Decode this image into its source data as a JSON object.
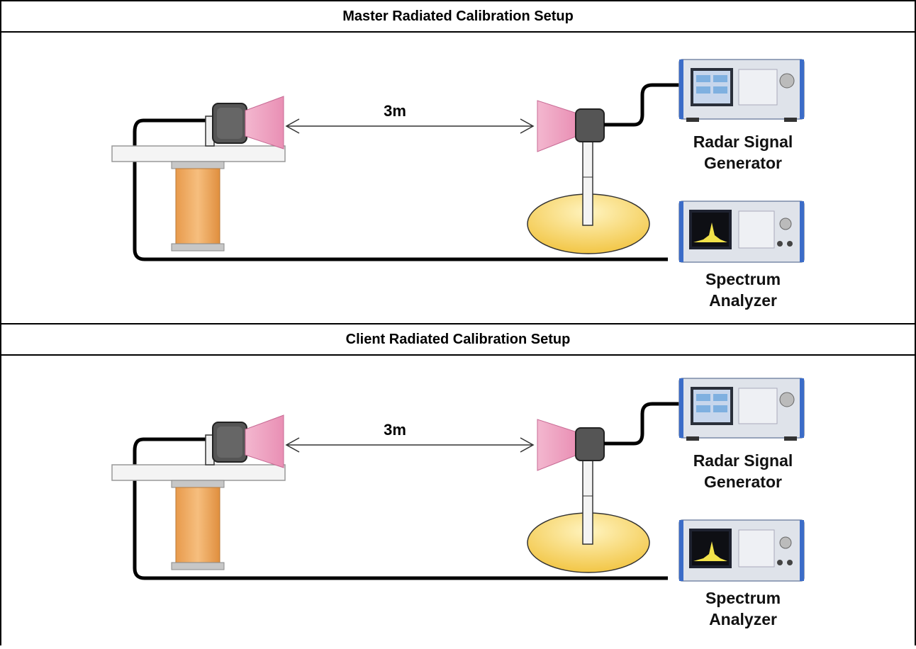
{
  "diagrams": [
    {
      "title": "Master Radiated Calibration Setup",
      "distance_label": "3m",
      "generator_label": [
        "Radar Signal",
        "Generator"
      ],
      "analyzer_label": [
        "Spectrum",
        "Analyzer"
      ]
    },
    {
      "title": "Client Radiated Calibration Setup",
      "distance_label": "3m",
      "generator_label": [
        "Radar Signal",
        "Generator"
      ],
      "analyzer_label": [
        "Spectrum",
        "Analyzer"
      ]
    }
  ],
  "colors": {
    "horn": "#f4a9c9",
    "support_column": "#f0b070",
    "base_disc": "#f7d35a",
    "cable": "#000000",
    "instrument_bezel": "#3b6cc8"
  }
}
